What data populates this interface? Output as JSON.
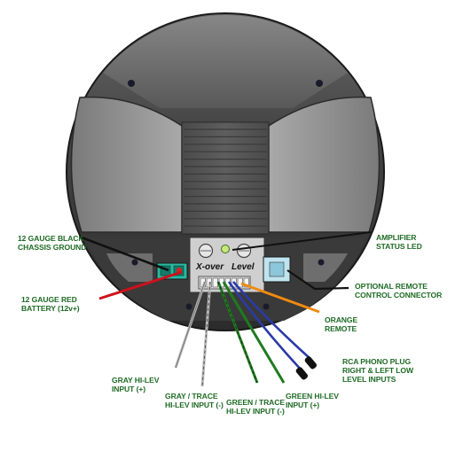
{
  "panel": {
    "xover": "X-over",
    "level": "Level"
  },
  "labels": {
    "chassis_ground": "12 GAUGE BLACK\nCHASSIS GROUND",
    "battery": "12 GAUGE RED\nBATTERY (12v+)",
    "status_led": "AMPLIFIER\nSTATUS LED",
    "remote_connector": "OPTIONAL REMOTE\nCONTROL CONNECTOR",
    "orange_remote": "ORANGE\nREMOTE",
    "rca_inputs": "RCA PHONO PLUG\nRIGHT & LEFT LOW\nLEVEL INPUTS",
    "gray_pos": "GRAY HI-LEV\nINPUT (+)",
    "gray_neg": "GRAY / TRACE\nHI-LEV INPUT (-)",
    "green_trace_neg": "GREEN / TRACE\nHI-LEV INPUT (-)",
    "green_pos": "GREEN HI-LEV\nINPUT (+)"
  },
  "colors": {
    "label_text": "#1e6b24",
    "housing": "#3d3d3d",
    "grille": "#555555",
    "side_panel": "#8f8f8f",
    "wire_black": "#111111",
    "wire_red": "#d0101a",
    "wire_orange": "#f08a10",
    "wire_blue": "#2a3aa8",
    "wire_green": "#1f7a1f",
    "wire_gray": "#b8b8b8",
    "connector_green": "#2ab8a0"
  }
}
